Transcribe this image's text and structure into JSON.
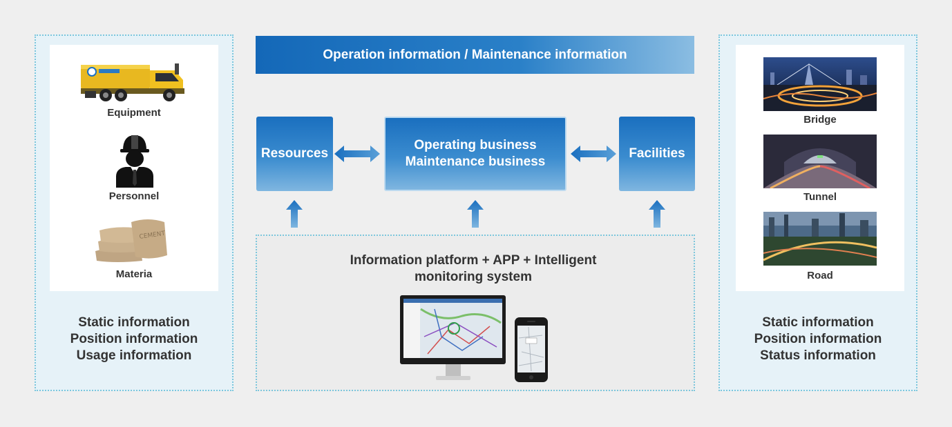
{
  "banner": {
    "title": "Operation information / Maintenance information"
  },
  "center": {
    "resources": "Resources",
    "business_line1": "Operating business",
    "business_line2": "Maintenance business",
    "facilities": "Facilities"
  },
  "left_panel": {
    "items": [
      {
        "label": "Equipment",
        "icon": "street-sweeper-truck-icon"
      },
      {
        "label": "Personnel",
        "icon": "worker-helmet-icon"
      },
      {
        "label": "Materia",
        "icon": "cement-bags-icon"
      }
    ],
    "info": [
      "Static information",
      "Position information",
      "Usage information"
    ]
  },
  "right_panel": {
    "items": [
      {
        "label": "Bridge",
        "image": "bridge-photo"
      },
      {
        "label": "Tunnel",
        "image": "tunnel-photo"
      },
      {
        "label": "Road",
        "image": "road-photo"
      }
    ],
    "info": [
      "Static information",
      "Position information",
      "Status information"
    ]
  },
  "platform": {
    "line1": "Information platform + APP + Intelligent",
    "line2": "monitoring system",
    "devices": [
      "desktop-monitor-map-icon",
      "smartphone-map-icon"
    ]
  },
  "colors": {
    "accent_blue": "#1a6fbf",
    "dotted_border": "#7cc6dc",
    "panel_tint": "#e6f2f8",
    "background": "#efefef"
  }
}
